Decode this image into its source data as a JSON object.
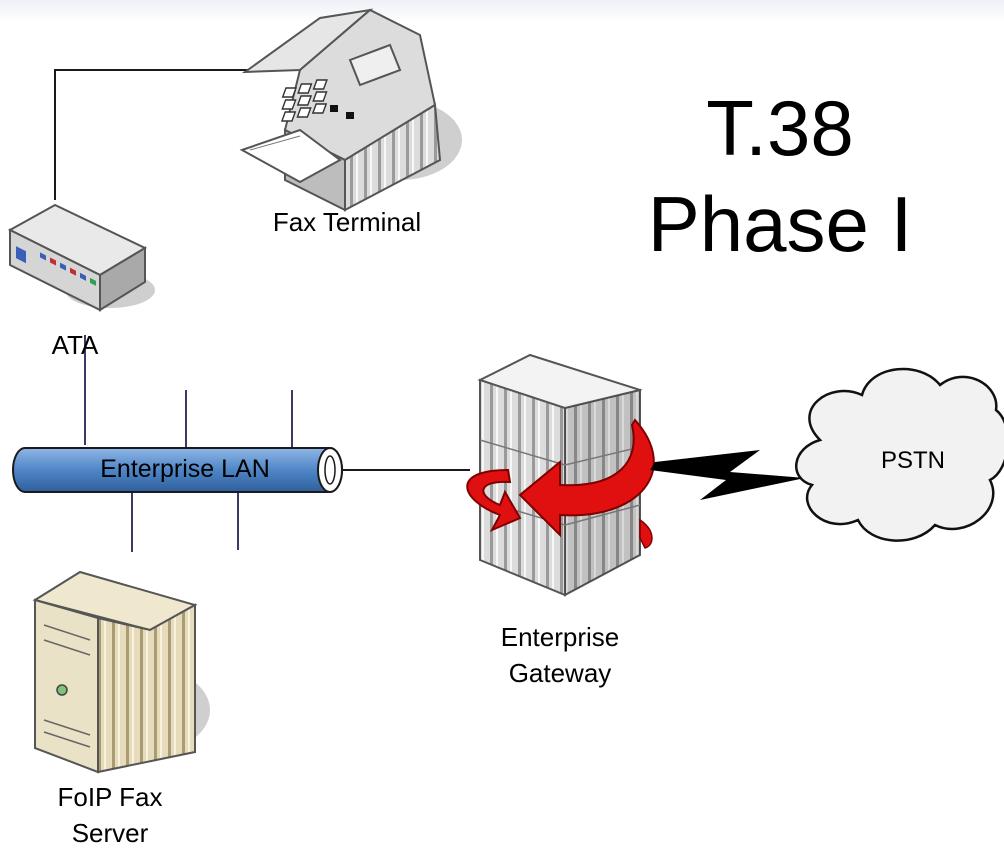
{
  "title": {
    "line1": "T.38",
    "line2": "Phase I"
  },
  "nodes": {
    "fax_terminal": "Fax Terminal",
    "ata": "ATA",
    "lan": "Enterprise LAN",
    "gateway_line1": "Enterprise",
    "gateway_line2": "Gateway",
    "pstn": "PSTN",
    "server_line1": "FoIP Fax",
    "server_line2": "Server"
  },
  "colors": {
    "lan_fill": "#4f86c6",
    "arrow": "#e01010",
    "cloud_fill": "#f2f2f2",
    "device_gray": "#d9d9d9",
    "server_beige": "#e9e2c6"
  }
}
